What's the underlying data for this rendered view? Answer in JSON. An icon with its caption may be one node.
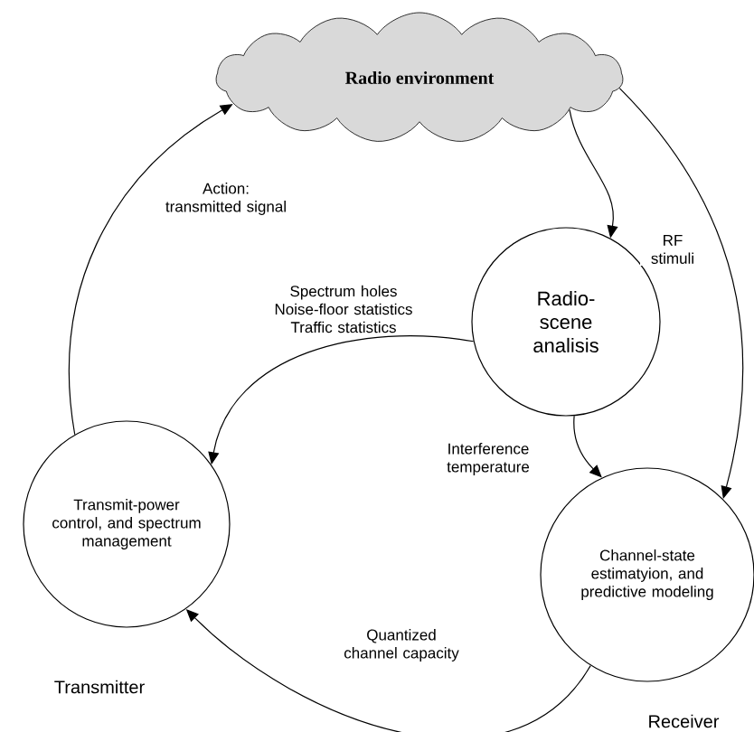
{
  "diagram": {
    "nodes": [
      {
        "text": [
          "Radio environment"
        ]
      },
      {
        "text": [
          "Radio-scene analisis"
        ]
      },
      {
        "text": [
          "Transmit-power control, and spectrum management"
        ],
        "beside": [
          "Transmitter"
        ]
      },
      {
        "text": [
          "Channel-state estimatyion, and predictive modeling"
        ],
        "beside": [
          "Receiver"
        ]
      }
    ],
    "edges": [
      {
        "from": 0,
        "to": 1,
        "arrow": "to",
        "label": "RF stimuli"
      },
      {
        "from": 0,
        "to": 3,
        "arrow": "to"
      },
      {
        "from": 1,
        "to": 2,
        "arrow": "to",
        "label": "Spectrum holes Noise-floor statistics Traffic statistics"
      },
      {
        "from": 1,
        "to": 3,
        "arrow": "to",
        "label": "Interference temperature"
      },
      {
        "from": 3,
        "to": 2,
        "arrow": "to",
        "label": "Quantized channel capacity"
      },
      {
        "from": 2,
        "to": 0,
        "arrow": "to",
        "label": "Action: transmitted signal"
      }
    ]
  }
}
